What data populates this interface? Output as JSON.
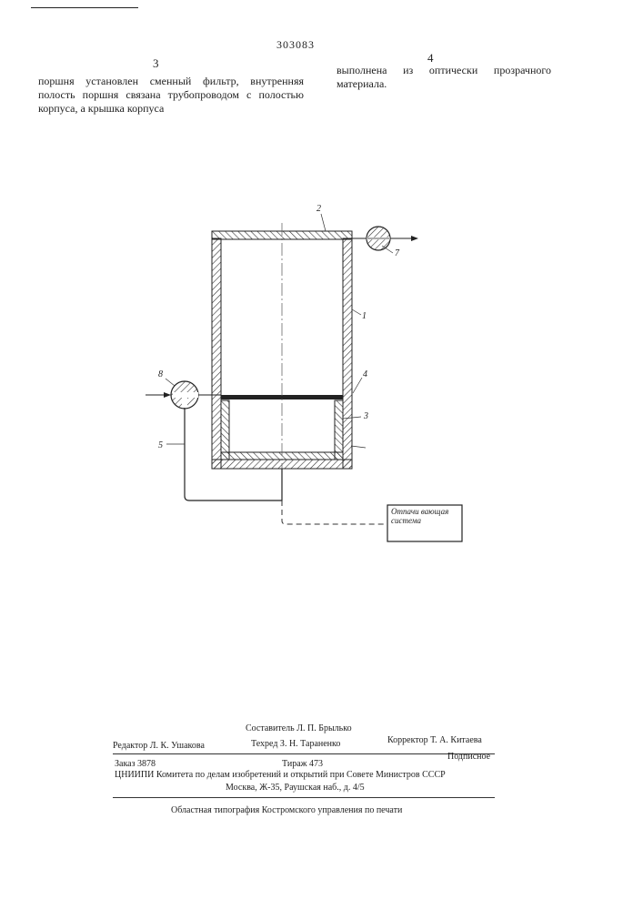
{
  "header": {
    "patent_number": "303083",
    "left_column_number": "3",
    "right_column_number": "4"
  },
  "text": {
    "left_column": "поршня установлен сменный фильтр, внутренняя полость поршня связана трубопроводом с полостью корпуса, а крышка корпуса",
    "right_column": "выполнена из оптически прозрачного материала."
  },
  "figure": {
    "labels": [
      "2",
      "7",
      "1",
      "4",
      "3",
      "8",
      "5"
    ],
    "block_label": "Отпачи вающая система"
  },
  "imprint": {
    "compiler": "Составитель Л. П. Брылько",
    "editor": "Редактор Л. К. Ушакова",
    "techred": "Техред З. Н. Тараненко",
    "corrector": "Корректор Т. А. Китаева",
    "order": "Заказ 3878",
    "tirazh": "Тираж 473",
    "subscription": "Подписное",
    "organization": "ЦНИИПИ Комитета по делам изобретений и открытий при Совете Министров СССР",
    "address": "Москва, Ж-35, Раушская наб., д. 4/5",
    "printing": "Областная типография Костромского управления по печати"
  }
}
